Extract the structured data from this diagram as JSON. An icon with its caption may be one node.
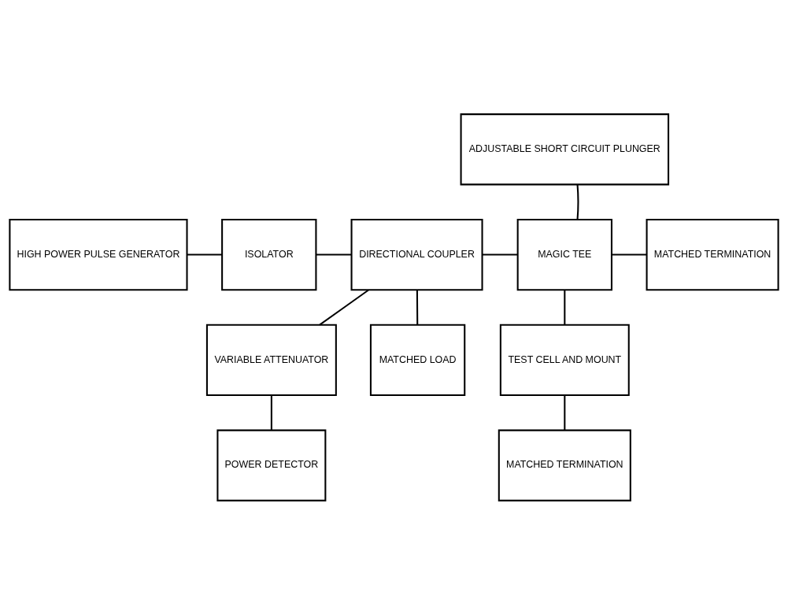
{
  "diagram": {
    "nodes": [
      {
        "text": [
          "HIGH POWER PULSE GENERATOR"
        ]
      },
      {
        "text": [
          "ISOLATOR"
        ]
      },
      {
        "text": [
          "DIRECTIONAL COUPLER"
        ]
      },
      {
        "text": [
          "MAGIC TEE"
        ]
      },
      {
        "text": [
          "ADJUSTABLE SHORT CIRCUIT PLUNGER"
        ]
      },
      {
        "text": [
          "MATCHED TERMINATION"
        ]
      },
      {
        "text": [
          "VARIABLE ATTENUATOR"
        ]
      },
      {
        "text": [
          "MATCHED LOAD"
        ]
      },
      {
        "text": [
          "TEST CELL AND MOUNT"
        ]
      },
      {
        "text": [
          "POWER DETECTOR"
        ]
      },
      {
        "text": [
          "MATCHED TERMINATION"
        ]
      }
    ],
    "edges": [
      {
        "from": 0,
        "to": 1,
        "arrow": "none"
      },
      {
        "from": 1,
        "to": 2,
        "arrow": "none"
      },
      {
        "from": 2,
        "to": 3,
        "arrow": "none"
      },
      {
        "from": 3,
        "to": 4,
        "arrow": "none"
      },
      {
        "from": 3,
        "to": 5,
        "arrow": "none"
      },
      {
        "from": 2,
        "to": 6,
        "arrow": "none"
      },
      {
        "from": 2,
        "to": 7,
        "arrow": "none"
      },
      {
        "from": 3,
        "to": 8,
        "arrow": "none"
      },
      {
        "from": 6,
        "to": 9,
        "arrow": "none"
      },
      {
        "from": 8,
        "to": 10,
        "arrow": "none"
      }
    ]
  }
}
